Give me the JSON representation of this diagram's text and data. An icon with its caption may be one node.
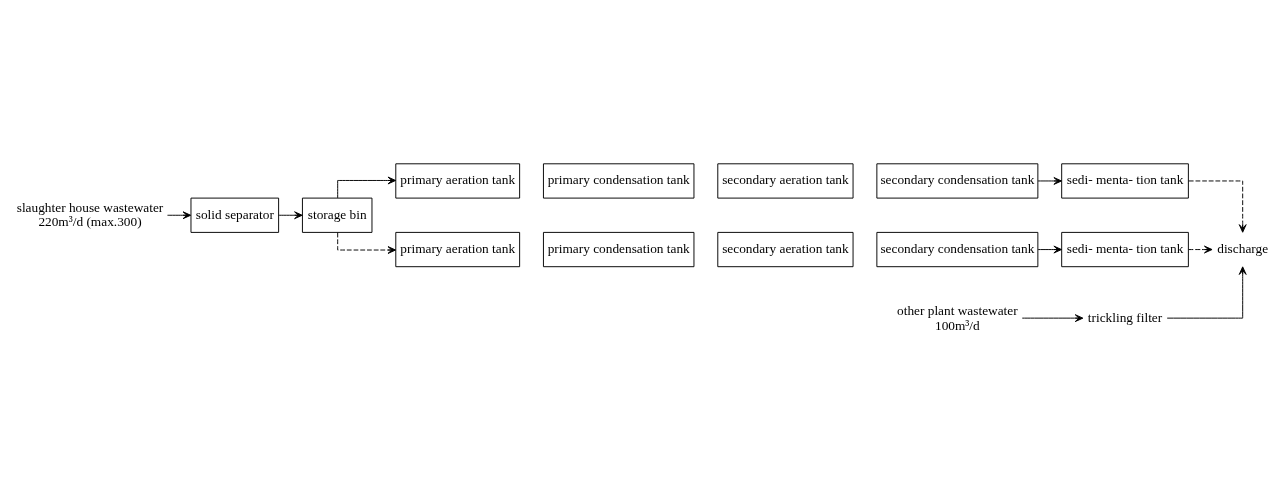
{
  "diagram": {
    "nodes": [
      {
        "text": [
          "slaughter house wastewater",
          "220m³/d (max.300)"
        ]
      },
      {
        "text": [
          "solid separator"
        ]
      },
      {
        "text": [
          "storage bin"
        ]
      },
      {
        "text": [
          "primary aeration tank"
        ]
      },
      {
        "text": [
          "primary condensation tank"
        ]
      },
      {
        "text": [
          "secondary aeration tank"
        ]
      },
      {
        "text": [
          "secondary condensation tank"
        ]
      },
      {
        "text": [
          "sedi- menta- tion tank"
        ]
      },
      {
        "text": [
          "primary aeration tank"
        ]
      },
      {
        "text": [
          "primary condensation tank"
        ]
      },
      {
        "text": [
          "secondary aeration tank"
        ]
      },
      {
        "text": [
          "secondary condensation tank"
        ]
      },
      {
        "text": [
          "sedi- menta- tion tank"
        ]
      },
      {
        "text": [
          "other plant wastewater",
          "100m³/d"
        ]
      },
      {
        "text": [
          "trickling filter"
        ]
      },
      {
        "text": [
          "discharge"
        ]
      }
    ],
    "edges": [
      {
        "from": 0,
        "to": 1,
        "arrow": "to"
      },
      {
        "from": 1,
        "to": 2,
        "arrow": "to"
      },
      {
        "from": 2,
        "to": 3,
        "arrow": "to"
      },
      {
        "from": 2,
        "to": 8,
        "arrow": "to",
        "style": "dashed"
      },
      {
        "from": 6,
        "to": 7,
        "arrow": "to"
      },
      {
        "from": 11,
        "to": 12,
        "arrow": "to"
      },
      {
        "from": 7,
        "to": 15,
        "arrow": "to",
        "style": "dashed"
      },
      {
        "from": 12,
        "to": 15,
        "arrow": "to",
        "style": "dashed"
      },
      {
        "from": 13,
        "to": 14,
        "arrow": "to"
      },
      {
        "from": 14,
        "to": 15,
        "arrow": "to"
      }
    ]
  }
}
